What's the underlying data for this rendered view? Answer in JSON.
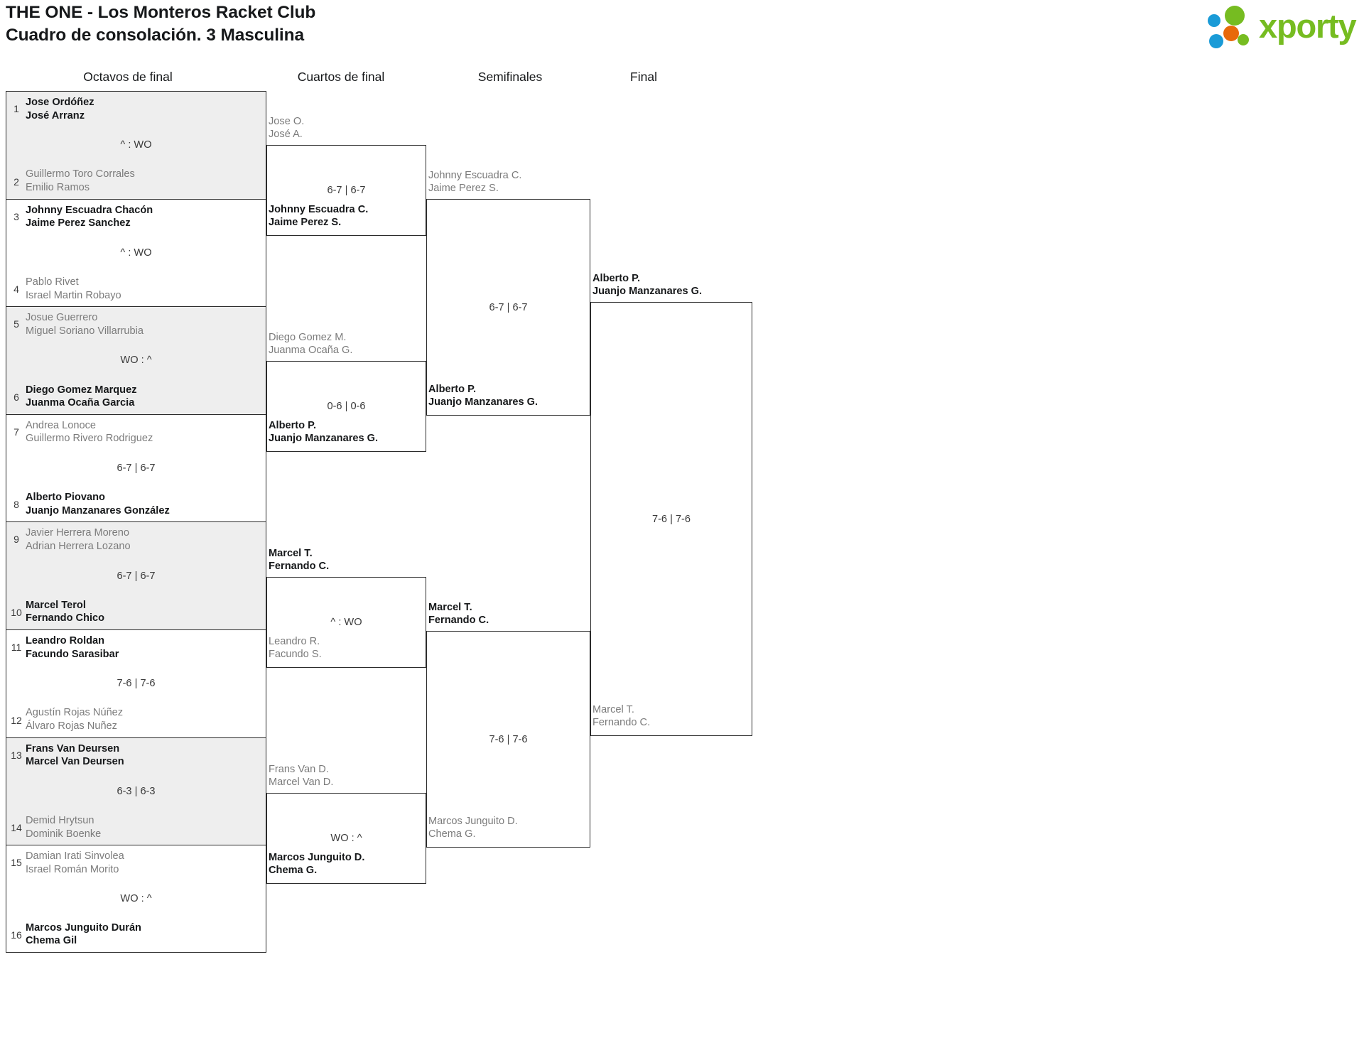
{
  "header": {
    "title_line1": "THE ONE - Los Monteros Racket Club",
    "title_line2": "Cuadro de consolación. 3 Masculina",
    "logo_text": "xporty",
    "logo_colors": {
      "green": "#76bc21",
      "blue": "#1a9bd7",
      "orange": "#e8690b"
    }
  },
  "rounds": [
    {
      "key": "r16",
      "label": "Octavos de final"
    },
    {
      "key": "qf",
      "label": "Cuartos de final"
    },
    {
      "key": "sf",
      "label": "Semifinales"
    },
    {
      "key": "f",
      "label": "Final"
    }
  ],
  "round1": [
    {
      "seed_top": "1",
      "seed_bottom": "2",
      "top_l1": "Jose Ordóñez",
      "top_l2": "José Arranz",
      "top_winner": true,
      "bottom_l1": "Guillermo Toro Corrales",
      "bottom_l2": "Emilio Ramos",
      "bottom_winner": false,
      "score": "^ : WO",
      "shaded": true
    },
    {
      "seed_top": "3",
      "seed_bottom": "4",
      "top_l1": "Johnny Escuadra Chacón",
      "top_l2": "Jaime Perez Sanchez",
      "top_winner": true,
      "bottom_l1": "Pablo Rivet",
      "bottom_l2": "Israel Martin Robayo",
      "bottom_winner": false,
      "score": "^ : WO",
      "shaded": false
    },
    {
      "seed_top": "5",
      "seed_bottom": "6",
      "top_l1": "Josue Guerrero",
      "top_l2": "Miguel Soriano Villarrubia",
      "top_winner": false,
      "bottom_l1": "Diego Gomez Marquez",
      "bottom_l2": "Juanma Ocaña Garcia",
      "bottom_winner": true,
      "score": "WO : ^",
      "shaded": true
    },
    {
      "seed_top": "7",
      "seed_bottom": "8",
      "top_l1": "Andrea Lonoce",
      "top_l2": "Guillermo Rivero Rodriguez",
      "top_winner": false,
      "bottom_l1": "Alberto Piovano",
      "bottom_l2": "Juanjo Manzanares González",
      "bottom_winner": true,
      "score": "6-7 | 6-7",
      "shaded": false
    },
    {
      "seed_top": "9",
      "seed_bottom": "10",
      "top_l1": "Javier Herrera Moreno",
      "top_l2": "Adrian Herrera Lozano",
      "top_winner": false,
      "bottom_l1": "Marcel Terol",
      "bottom_l2": "Fernando Chico",
      "bottom_winner": true,
      "score": "6-7 | 6-7",
      "shaded": true
    },
    {
      "seed_top": "11",
      "seed_bottom": "12",
      "top_l1": "Leandro Roldan",
      "top_l2": "Facundo Sarasibar",
      "top_winner": true,
      "bottom_l1": "Agustín Rojas Núñez",
      "bottom_l2": "Álvaro Rojas Nuñez",
      "bottom_winner": false,
      "score": "7-6 | 7-6",
      "shaded": false
    },
    {
      "seed_top": "13",
      "seed_bottom": "14",
      "top_l1": "Frans Van Deursen",
      "top_l2": "Marcel Van Deursen",
      "top_winner": true,
      "bottom_l1": "Demid Hrytsun",
      "bottom_l2": "Dominik Boenke",
      "bottom_winner": false,
      "score": "6-3 | 6-3",
      "shaded": true
    },
    {
      "seed_top": "15",
      "seed_bottom": "16",
      "top_l1": "Damian Irati Sinvolea",
      "top_l2": "Israel Román Morito",
      "top_winner": false,
      "bottom_l1": "Marcos Junguito Durán",
      "bottom_l2": "Chema Gil",
      "bottom_winner": true,
      "score": "WO : ^",
      "shaded": false
    }
  ],
  "quarterfinals": [
    {
      "score": "6-7 | 6-7",
      "above_l1": "Jose O.",
      "above_l2": "José A.",
      "above_winner": false,
      "inside_l1": "Johnny Escuadra C.",
      "inside_l2": "Jaime Perez S.",
      "inside_winner": true
    },
    {
      "score": "0-6 | 0-6",
      "above_l1": "Diego Gomez M.",
      "above_l2": "Juanma Ocaña G.",
      "above_winner": false,
      "inside_l1": "Alberto P.",
      "inside_l2": "Juanjo Manzanares G.",
      "inside_winner": true
    },
    {
      "score": "^ : WO",
      "above_l1": "Marcel T.",
      "above_l2": "Fernando C.",
      "above_winner": true,
      "inside_l1": "Leandro R.",
      "inside_l2": "Facundo S.",
      "inside_winner": false
    },
    {
      "score": "WO : ^",
      "above_l1": "Frans Van D.",
      "above_l2": "Marcel Van D.",
      "above_winner": false,
      "inside_l1": "Marcos Junguito D.",
      "inside_l2": "Chema G.",
      "inside_winner": true
    }
  ],
  "semifinals": [
    {
      "score": "6-7 | 6-7",
      "above_l1": "Johnny Escuadra C.",
      "above_l2": "Jaime Perez S.",
      "above_winner": false,
      "inside_l1": "Alberto P.",
      "inside_l2": "Juanjo Manzanares G.",
      "inside_winner": true
    },
    {
      "score": "7-6 | 7-6",
      "above_l1": "Marcel T.",
      "above_l2": "Fernando C.",
      "above_winner": true,
      "inside_l1": "Marcos Junguito D.",
      "inside_l2": "Chema G.",
      "inside_winner": false
    }
  ],
  "final": {
    "score": "7-6 | 7-6",
    "above_l1": "Alberto P.",
    "above_l2": "Juanjo Manzanares G.",
    "above_winner": true,
    "inside_l1": "Marcel T.",
    "inside_l2": "Fernando C.",
    "inside_winner": false
  }
}
